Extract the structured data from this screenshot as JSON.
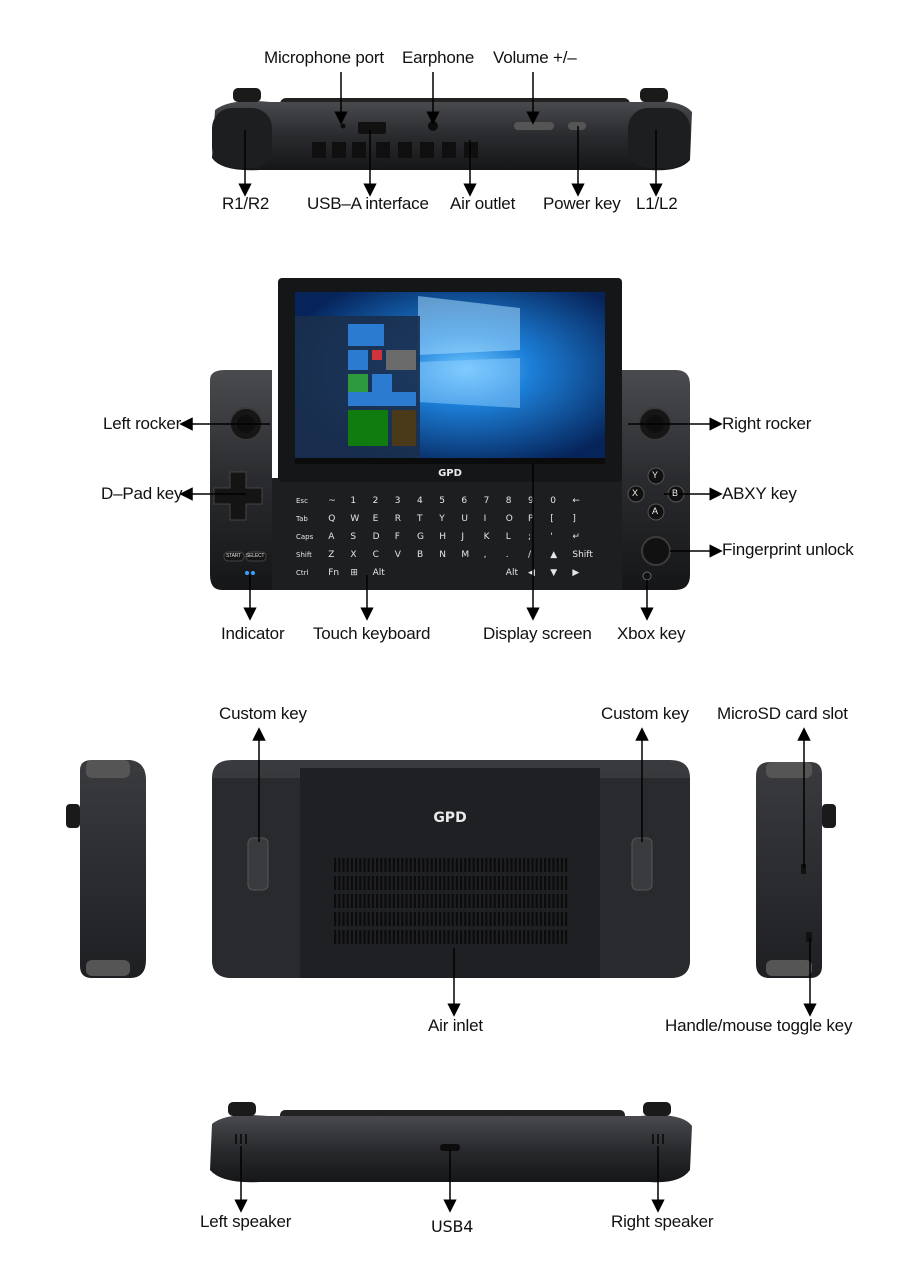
{
  "labels": {
    "top": {
      "microphone_port": "Microphone port",
      "earphone": "Earphone",
      "volume": "Volume +/–",
      "r1r2": "R1/R2",
      "usb_a": "USB–A interface",
      "air_outlet": "Air outlet",
      "power_key": "Power key",
      "l1l2": "L1/L2"
    },
    "front": {
      "left_rocker": "Left rocker",
      "dpad": "D–Pad key",
      "right_rocker": "Right rocker",
      "abxy": "ABXY key",
      "fingerprint": "Fingerprint unlock",
      "indicator": "Indicator",
      "touch_keyboard": "Touch keyboard",
      "display_screen": "Display screen",
      "xbox_key": "Xbox key"
    },
    "back": {
      "custom_key_left": "Custom key",
      "custom_key_right": "Custom key",
      "microsd": "MicroSD card slot",
      "air_inlet": "Air inlet",
      "toggle_key": "Handle/mouse toggle key"
    },
    "bottom": {
      "left_speaker": "Left speaker",
      "usb4": "USB4",
      "right_speaker": "Right speaker"
    }
  },
  "device": {
    "brand": "GPD",
    "start_btn": "START",
    "select_btn": "SELECT",
    "face_buttons": [
      "Y",
      "X",
      "B",
      "A"
    ]
  },
  "keyboard": {
    "rows": [
      [
        "Esc",
        "~",
        "1",
        "2",
        "3",
        "4",
        "5",
        "6",
        "7",
        "8",
        "9",
        "0",
        "←"
      ],
      [
        "Tab",
        "Q",
        "W",
        "E",
        "R",
        "T",
        "Y",
        "U",
        "I",
        "O",
        "P",
        "[",
        "]"
      ],
      [
        "Caps",
        "A",
        "S",
        "D",
        "F",
        "G",
        "H",
        "J",
        "K",
        "L",
        ";",
        "'",
        "↵"
      ],
      [
        "Shift",
        "Z",
        "X",
        "C",
        "V",
        "B",
        "N",
        "M",
        ",",
        ".",
        "/",
        "▲",
        "Shift"
      ],
      [
        "Ctrl",
        "Fn",
        "⊞",
        "Alt",
        "",
        "",
        "",
        "",
        "",
        "Alt",
        "◀",
        "▼",
        "▶"
      ]
    ]
  },
  "colors": {
    "body": "#2b2c2f",
    "body_dark": "#1c1d1f",
    "screen_blue": "#0a5bb5",
    "arrow": "#000000"
  }
}
